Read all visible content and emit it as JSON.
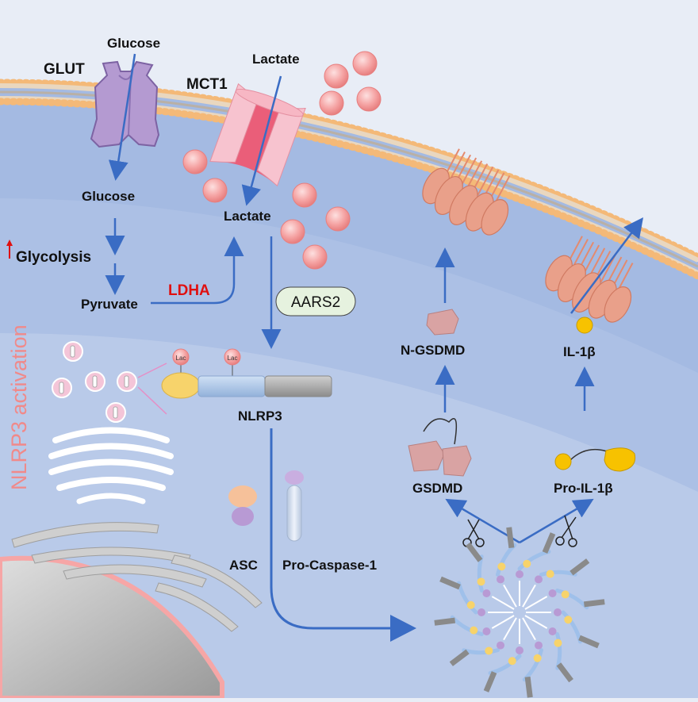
{
  "labels": {
    "glucose_out": "Glucose",
    "glut": "GLUT",
    "lactate_out": "Lactate",
    "mct1": "MCT1",
    "glucose_in": "Glucose",
    "lactate_in": "Lactate",
    "glycolysis": "Glycolysis",
    "pyruvate": "Pyruvate",
    "ldha": "LDHA",
    "aars2": "AARS2",
    "lac_tag": "Lac",
    "nlrp3": "NLRP3",
    "n_gsdmd": "N-GSDMD",
    "il1b": "IL-1β",
    "gsdmd": "GSDMD",
    "pro_il1b": "Pro-IL-1β",
    "asc": "ASC",
    "pro_caspase1": "Pro-Caspase-1",
    "nlrp3_activation": "NLRP3 activation"
  },
  "colors": {
    "cytoplasm": "#9fb6e0",
    "extracellular": "#e8edf6",
    "arrow": "#3a6cc4",
    "lactate_ball": "#f5a3a3",
    "ldha": "#e01010",
    "activation_text": "#f08a8a",
    "glut": "#b49ad1",
    "mct1": "#f2a3b0",
    "gsdmd_pore": "#e9a08a"
  }
}
